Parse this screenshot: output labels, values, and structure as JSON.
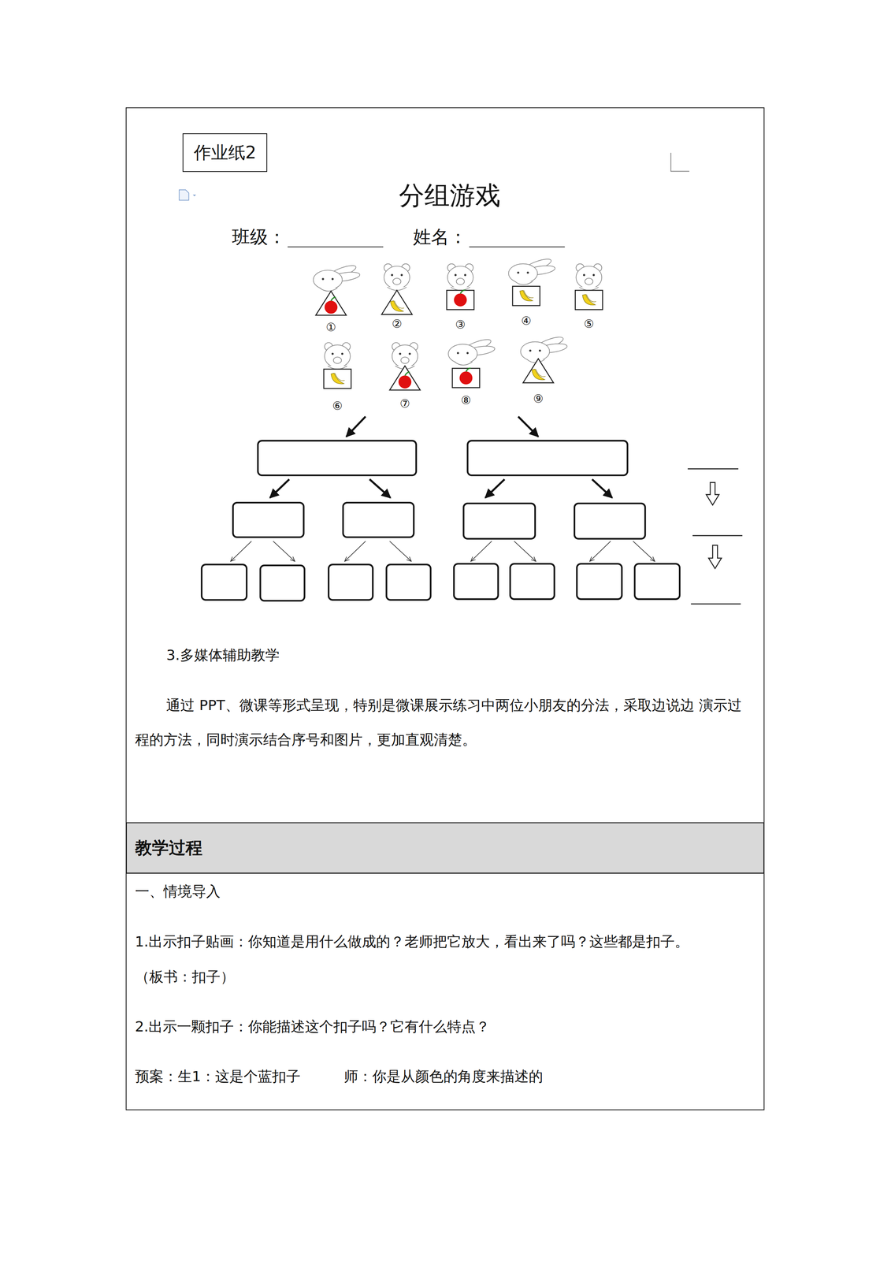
{
  "diagram": {
    "title": "分组游戏",
    "nodes": [
      {
        "text": [
          "作业纸2"
        ]
      },
      {
        "text": [
          "教学过程"
        ]
      }
    ],
    "labels": [
      "班级：",
      "姓名：",
      "①",
      "②",
      "③",
      "④",
      "⑤",
      "⑥",
      "⑦",
      "⑧",
      "⑨",
      "3.多媒体辅助教学",
      "通过 PPT、微课等形式呈现，特别是微课展示练习中两位小朋友的分法，采取边说边 演示过程的方法，同时演示结合序号和图片，更加直观清楚。",
      "一、情境导入",
      "1.出示扣子贴画：你知道是用什么做成的？老师把它放大，看出来了吗？这些都是扣子。",
      "（板书：扣子）",
      "2.出示一颗扣子：你能描述这个扣子吗？它有什么特点？",
      "预案：生1：这是个蓝扣子",
      "师：你是从颜色的角度来描述的"
    ]
  }
}
